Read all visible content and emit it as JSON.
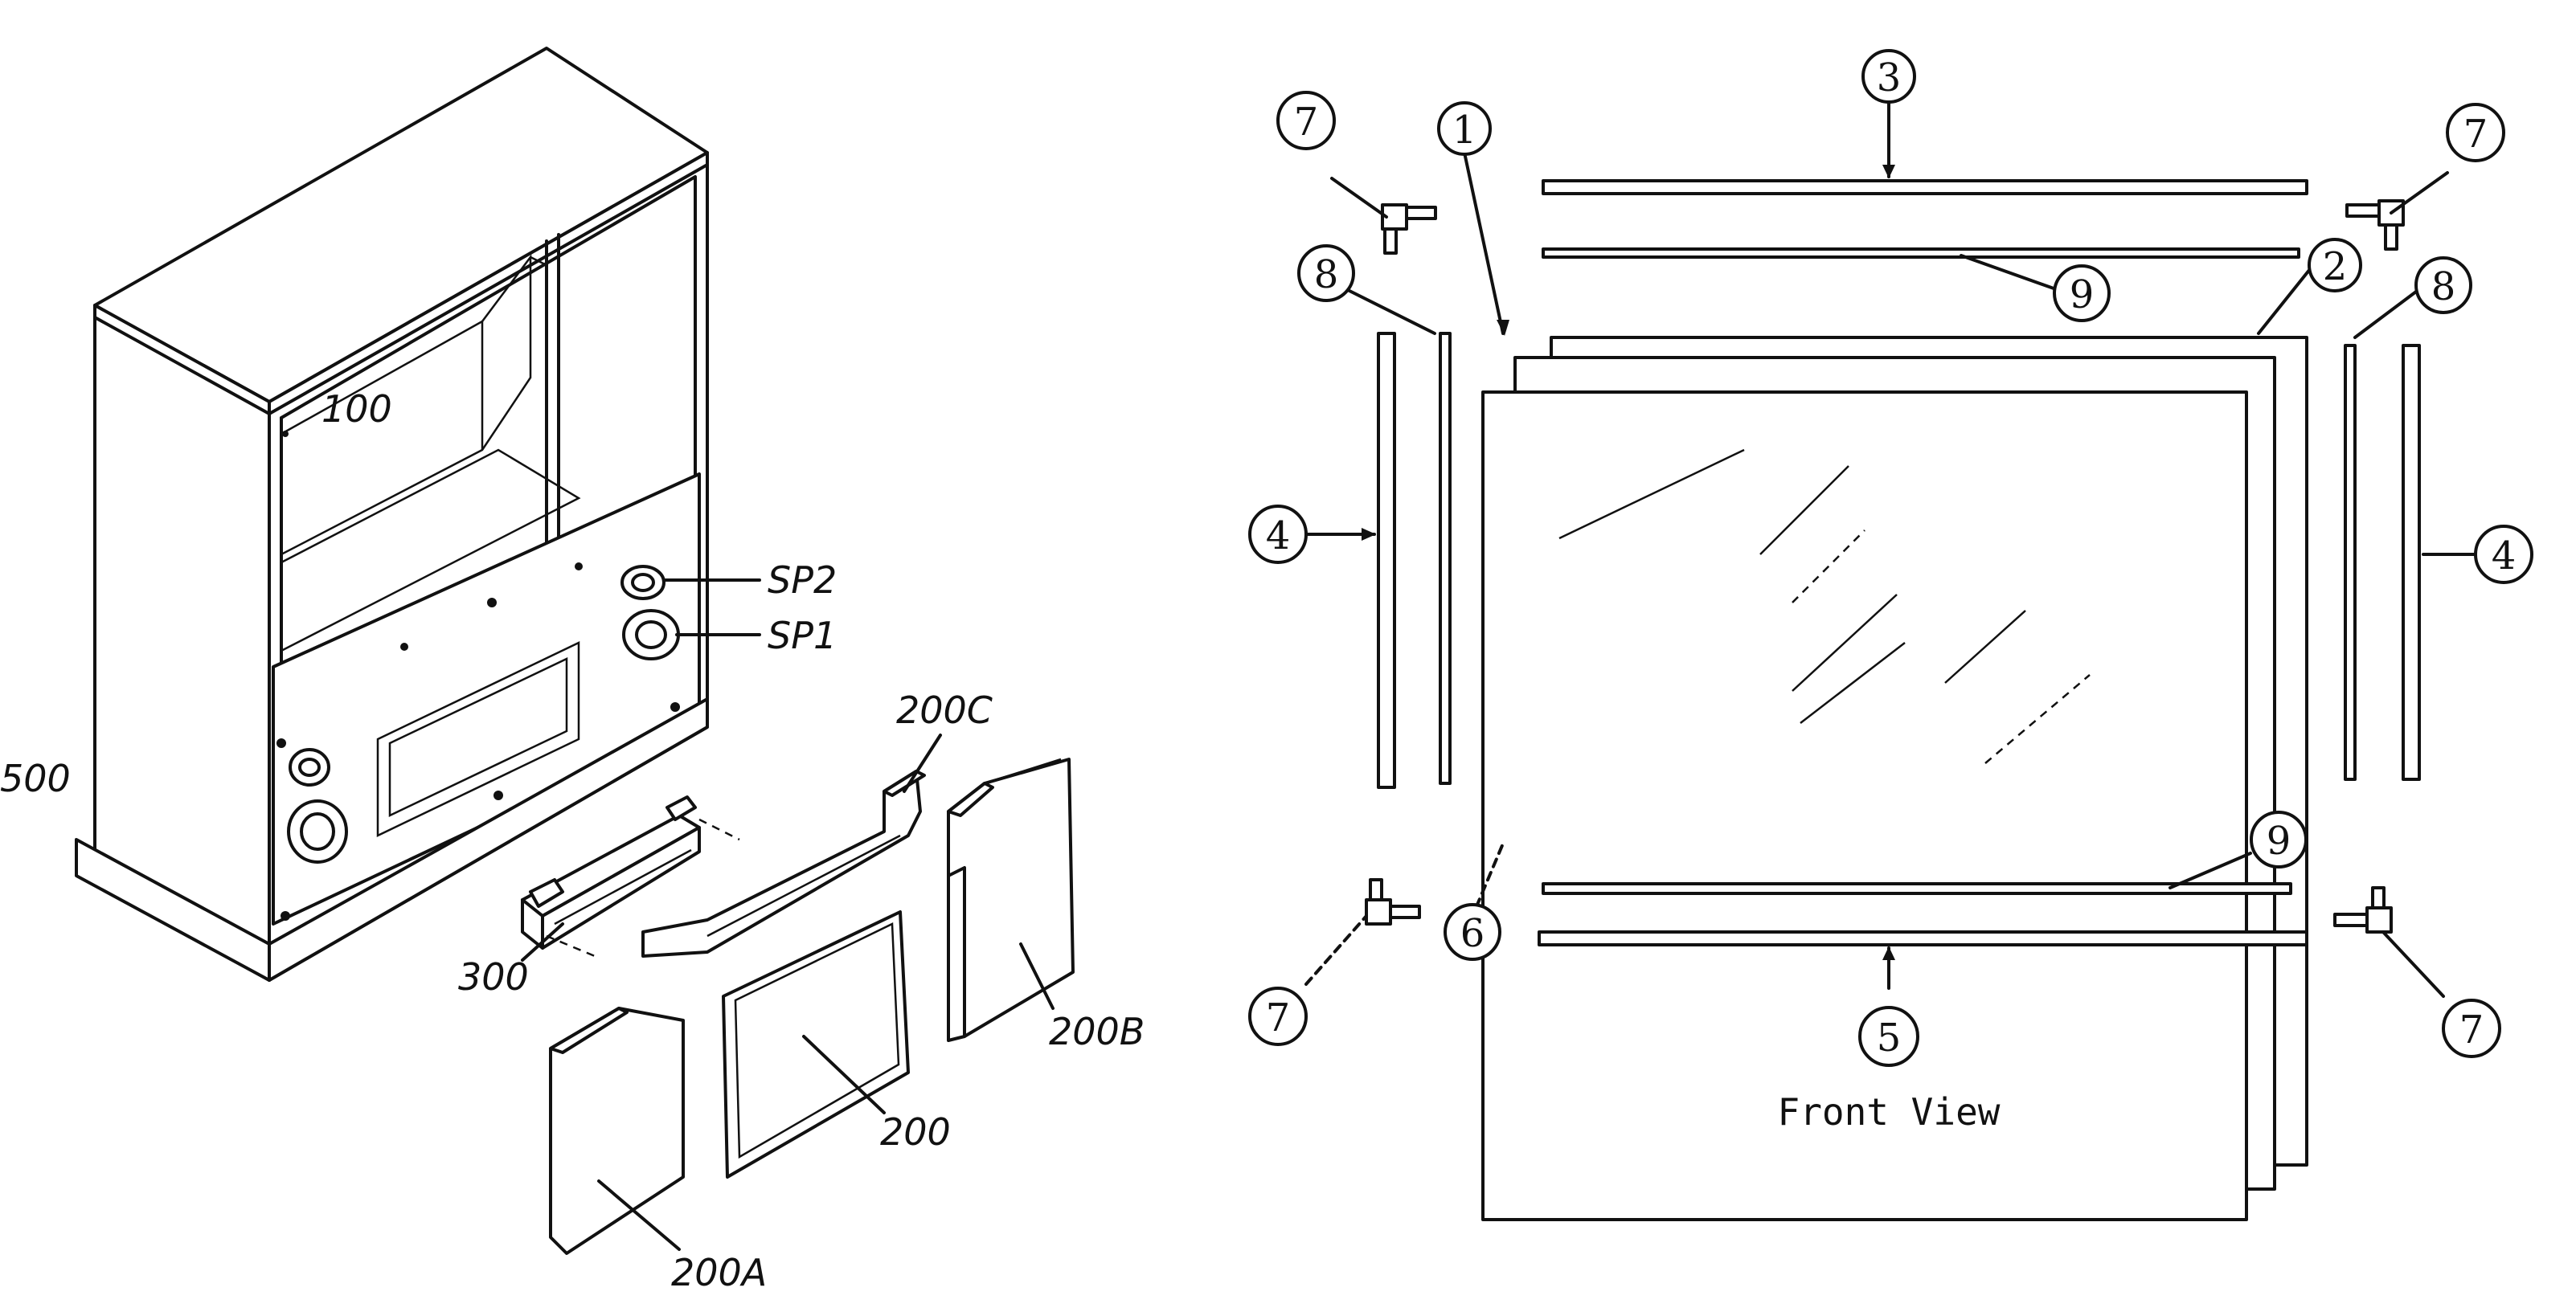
{
  "left_diagram": {
    "labels": {
      "housing": "100",
      "speaker_2": "SP2",
      "speaker_1": "SP1",
      "cabinet": "500",
      "bracket": "300",
      "panel": "200",
      "panel_a": "200A",
      "panel_b": "200B",
      "panel_c": "200C"
    }
  },
  "right_diagram": {
    "caption": "Front View",
    "callouts": {
      "c1": "1",
      "c2": "2",
      "c3": "3",
      "c4_left": "4",
      "c4_right": "4",
      "c5": "5",
      "c6": "6",
      "c7_top_left": "7",
      "c7_top_right": "7",
      "c7_bottom_left": "7",
      "c7_bottom_right": "7",
      "c8_left": "8",
      "c8_right": "8",
      "c9_top": "9",
      "c9_bottom": "9"
    }
  }
}
